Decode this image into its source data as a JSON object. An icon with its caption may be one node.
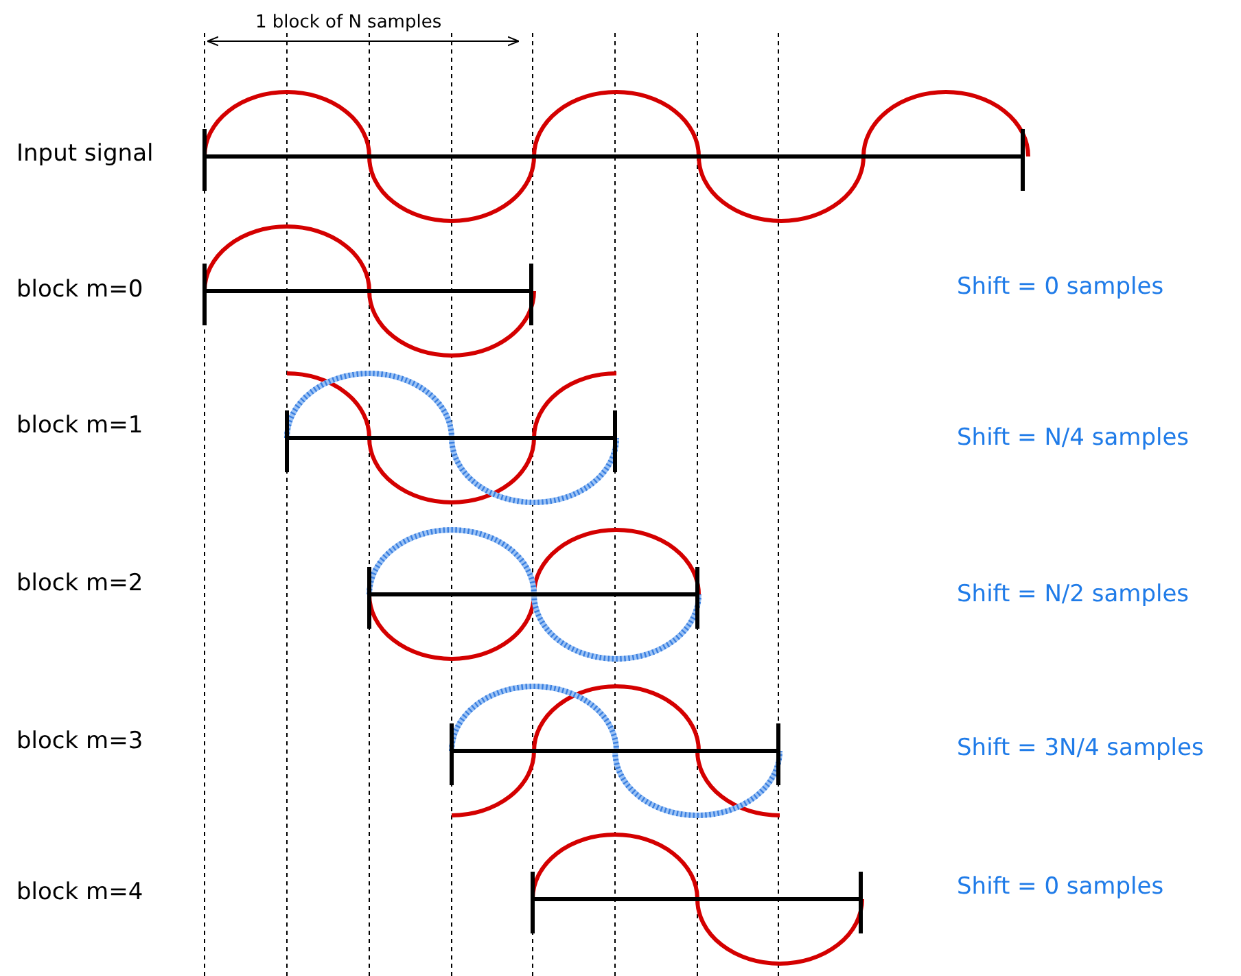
{
  "diagram": {
    "labels": [
      "1 block of N samples",
      "Input signal",
      "block m=0",
      "Shift = 0 samples",
      "block m=1",
      "Shift = N/4 samples",
      "block m=2",
      "Shift = N/2 samples",
      "block m=3",
      "Shift = 3N/4 samples",
      "block m=4",
      "Shift = 0 samples"
    ]
  }
}
